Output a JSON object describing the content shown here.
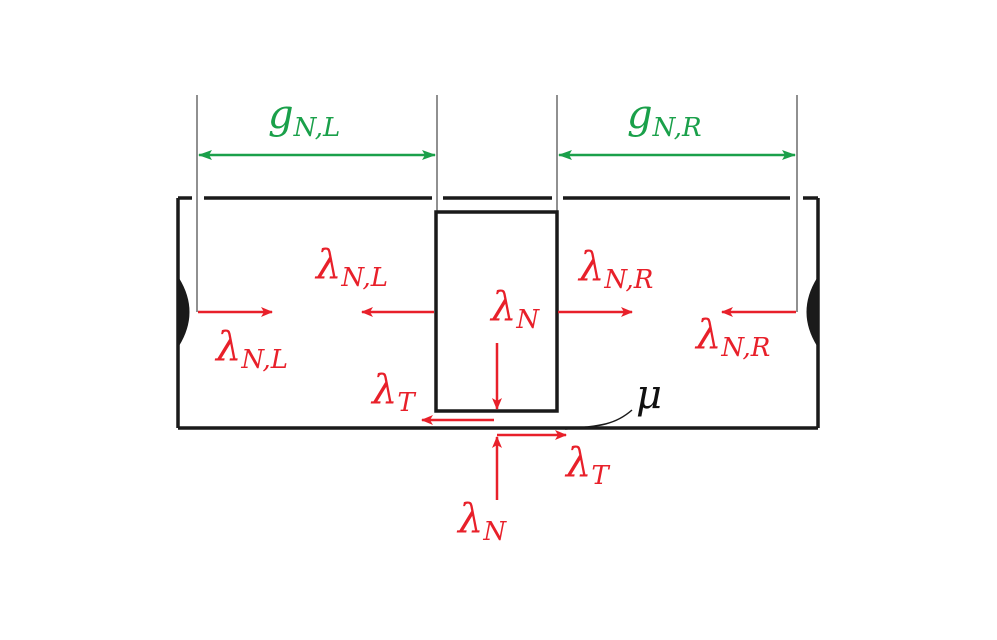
{
  "colors": {
    "force": "#e8202a",
    "gap": "#1aa04a",
    "structure": "#1a1a1a"
  },
  "gaps": {
    "left": {
      "main": "g",
      "sub": "N,L"
    },
    "right": {
      "main": "g",
      "sub": "N,R"
    }
  },
  "forces": {
    "left_wall": {
      "main": "λ",
      "sub": "N,L"
    },
    "block_left": {
      "main": "λ",
      "sub": "N,L"
    },
    "block_right": {
      "main": "λ",
      "sub": "N,R"
    },
    "right_wall": {
      "main": "λ",
      "sub": "N,R"
    },
    "block_normal": {
      "main": "λ",
      "sub": "N"
    },
    "block_tangent": {
      "main": "λ",
      "sub": "T"
    },
    "ground_tangent": {
      "main": "λ",
      "sub": "T"
    },
    "ground_normal": {
      "main": "λ",
      "sub": "N"
    }
  },
  "friction": {
    "label": "μ"
  }
}
